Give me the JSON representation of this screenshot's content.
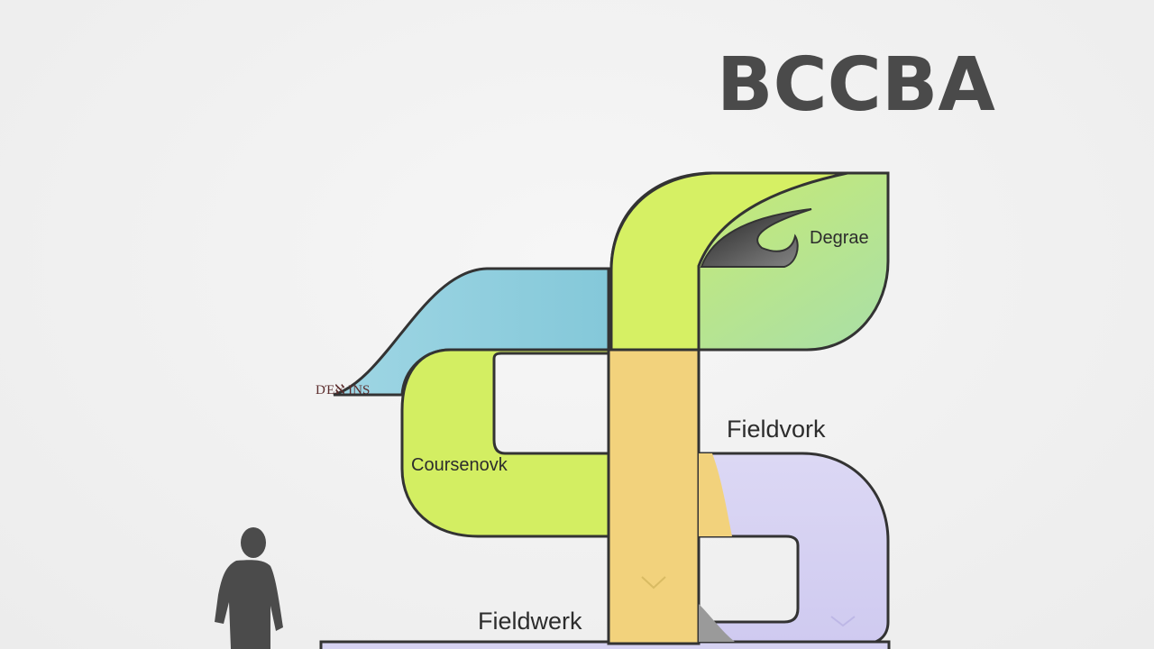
{
  "title": "BCCBA",
  "stages": {
    "degree": "Degrae",
    "start": "DΈℵ INS",
    "coursework": "Coursenovk",
    "fieldwork_right": "Fieldvork",
    "fieldwork_bottom": "Fieldwerk"
  },
  "colors": {
    "background": "#efefef",
    "title": "#4a4a4a",
    "outline": "#333333",
    "blue": "#8fcedd",
    "lime": "#d4ef62",
    "green_light": "#b6e3a6",
    "yellow": "#f2d27c",
    "lavender": "#d6d2f2"
  },
  "icons": {
    "person": "person-silhouette-icon",
    "arrow": "chevron-down-icon"
  }
}
